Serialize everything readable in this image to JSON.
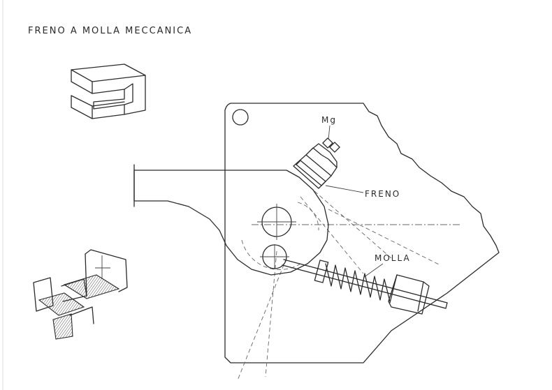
{
  "title": "FRENO A MOLLA MECCANICA",
  "labels": {
    "mg": "Mg",
    "freno": "FRENO",
    "molla": "MOLLA"
  }
}
